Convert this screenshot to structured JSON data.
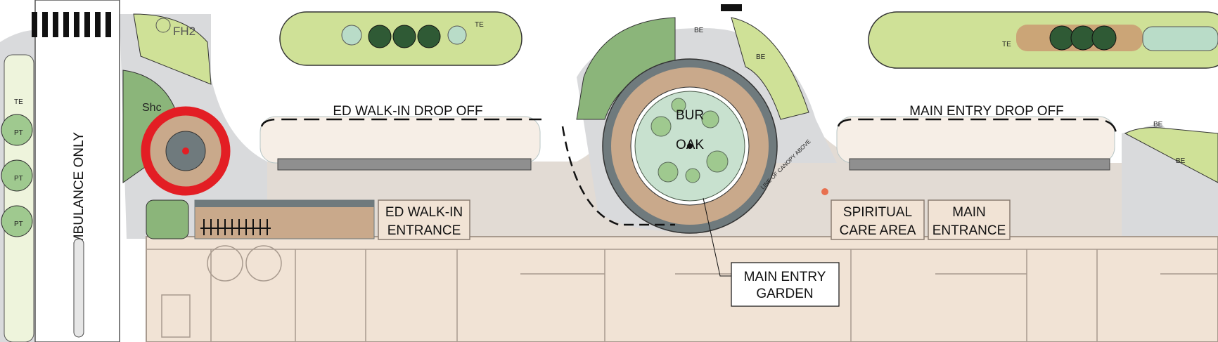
{
  "plan": {
    "ambulance_label": "AMBULANCE  ONLY",
    "ed_dropoff_label": "ED WALK-IN DROP OFF",
    "main_dropoff_label": "MAIN ENTRY DROP OFF",
    "ed_entrance_line1": "ED WALK-IN",
    "ed_entrance_line2": "ENTRANCE",
    "spiritual_line1": "SPIRITUAL",
    "spiritual_line2": "CARE AREA",
    "main_entrance_line1": "MAIN",
    "main_entrance_line2": "ENTRANCE",
    "garden_callout_line1": "MAIN ENTRY",
    "garden_callout_line2": "GARDEN",
    "tree_label_line1": "BUR",
    "tree_label_line2": "OAK",
    "canopy_note": "LINE OF CANOPY ABOVE",
    "hydrant_label": "FH2",
    "plant_tags": [
      "TE",
      "PT",
      "PT",
      "PT",
      "BE",
      "BE",
      "BE",
      "BE",
      "TE",
      "TE",
      "Shc"
    ]
  },
  "colors": {
    "highlight_ring": "#e31e24",
    "lawn": "#cfe197",
    "paving": "#d9dadc",
    "plaza": "#e2dbd4",
    "building": "#f1e3d5",
    "ring_tan": "#c9a98b",
    "ring_gray": "#6f7a7d"
  }
}
